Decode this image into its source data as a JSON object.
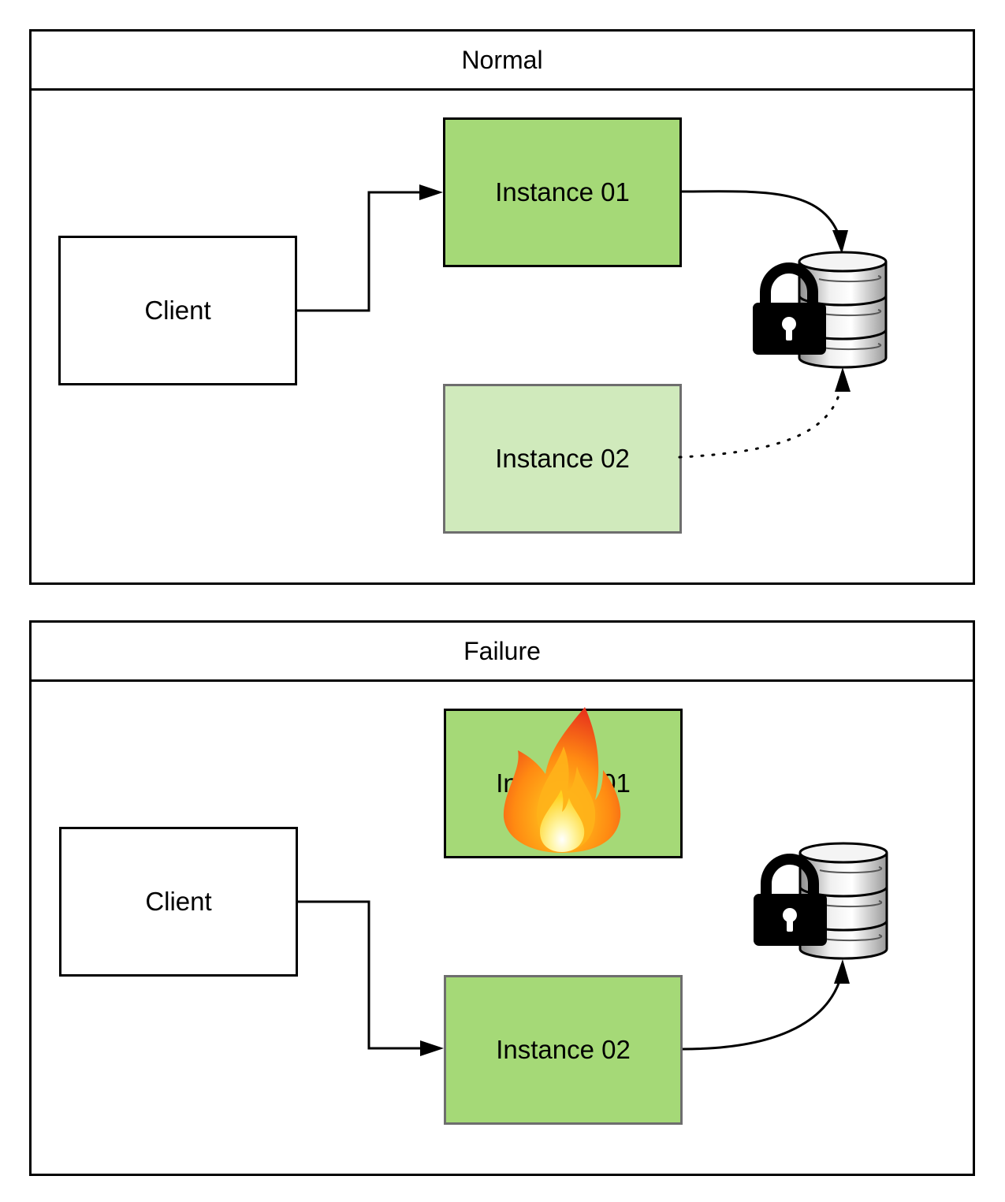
{
  "normal": {
    "title": "Normal",
    "client_label": "Client",
    "instance_primary_label": "Instance 01",
    "instance_standby_label": "Instance 02"
  },
  "failure": {
    "title": "Failure",
    "client_label": "Client",
    "instance_failed_label": "Instance 01",
    "instance_active_label": "Instance 02"
  },
  "icons": {
    "database": "database-icon",
    "lock": "padlock-icon",
    "fire": "fire-icon"
  },
  "colors": {
    "active_fill": "#a5d977",
    "standby_fill": "#d0eabc"
  }
}
